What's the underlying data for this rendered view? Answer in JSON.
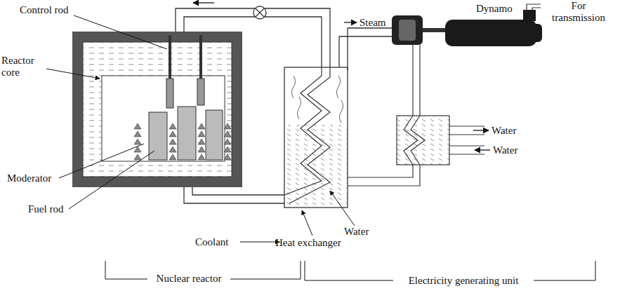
{
  "diagram": {
    "labels": [
      "Control rod",
      "Reactor core",
      "Moderator",
      "Fuel rod",
      "Coolant",
      "Water",
      "Heat exchanger",
      "Steam",
      "Dynamo",
      "For transmission",
      "Water",
      "Water",
      "Nuclear reactor",
      "Electricity generating unit"
    ]
  }
}
